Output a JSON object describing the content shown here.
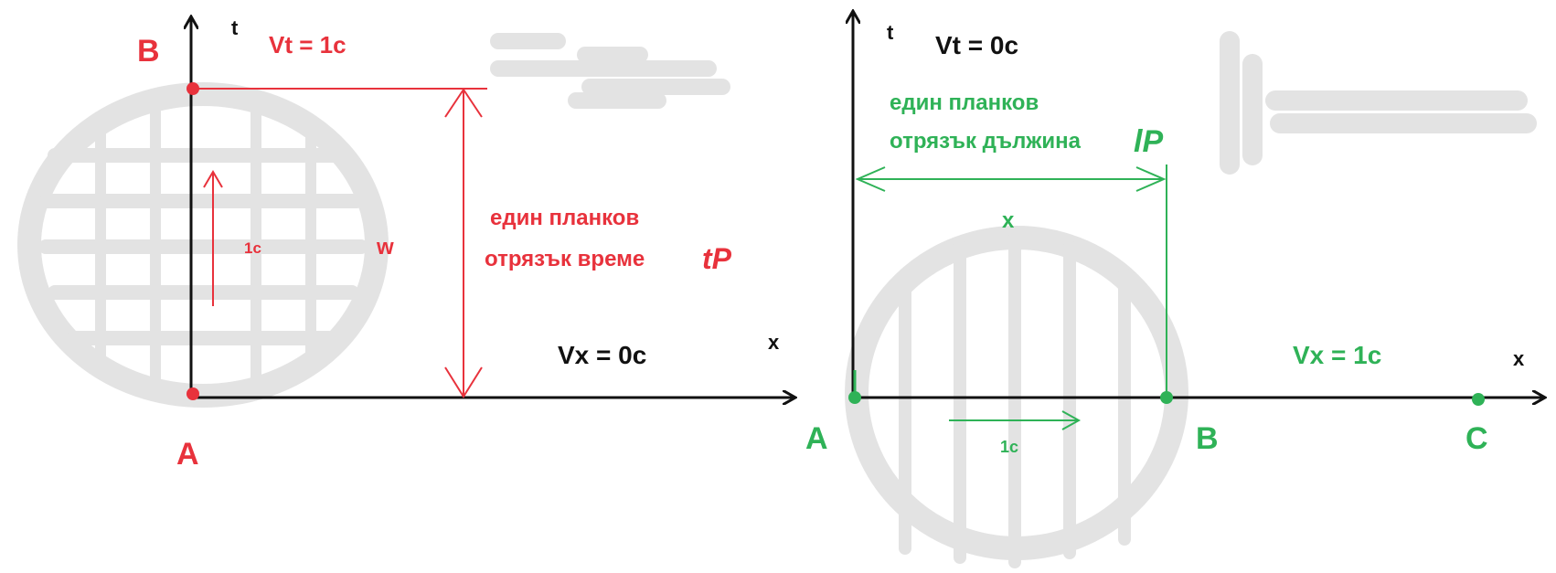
{
  "colors": {
    "axis": "#111111",
    "red": "#e8323c",
    "green": "#2fb257",
    "ghost": "#e3e3e3"
  },
  "left": {
    "axis_t": "t",
    "axis_x": "x",
    "point_top": "B",
    "point_bottom": "A",
    "vt": "Vt = 1c",
    "vx": "Vx = 0c",
    "arrow_label": "1c",
    "w": "w",
    "caption_line1": "един планков",
    "caption_line2": "отрязък време",
    "symbol": "tP"
  },
  "right": {
    "axis_t": "t",
    "axis_x": "x",
    "vt": "Vt = 0c",
    "vx": "Vx = 1c",
    "caption_line1": "един планков",
    "caption_line2": "отрязък дължина",
    "symbol": "lP",
    "dim_label": "x",
    "arrow_label": "1c",
    "point_a": "A",
    "point_b": "B",
    "point_c": "C"
  }
}
